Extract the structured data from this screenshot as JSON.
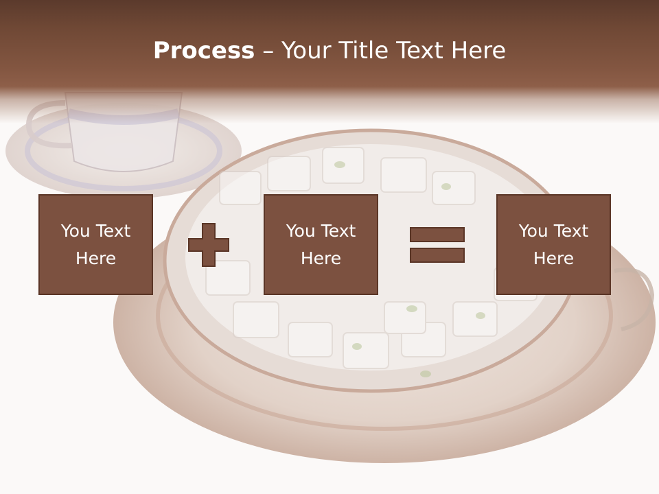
{
  "title": {
    "bold": "Process",
    "rest": " – Your Title Text Here"
  },
  "boxes": [
    {
      "label": "You Text Here"
    },
    {
      "label": "You Text Here"
    },
    {
      "label": "You Text Here"
    }
  ],
  "operators": [
    "plus",
    "equals"
  ],
  "colors": {
    "header": "#835641",
    "box_fill": "#7c5140",
    "box_border": "#5a3526",
    "text": "#ffffff"
  }
}
